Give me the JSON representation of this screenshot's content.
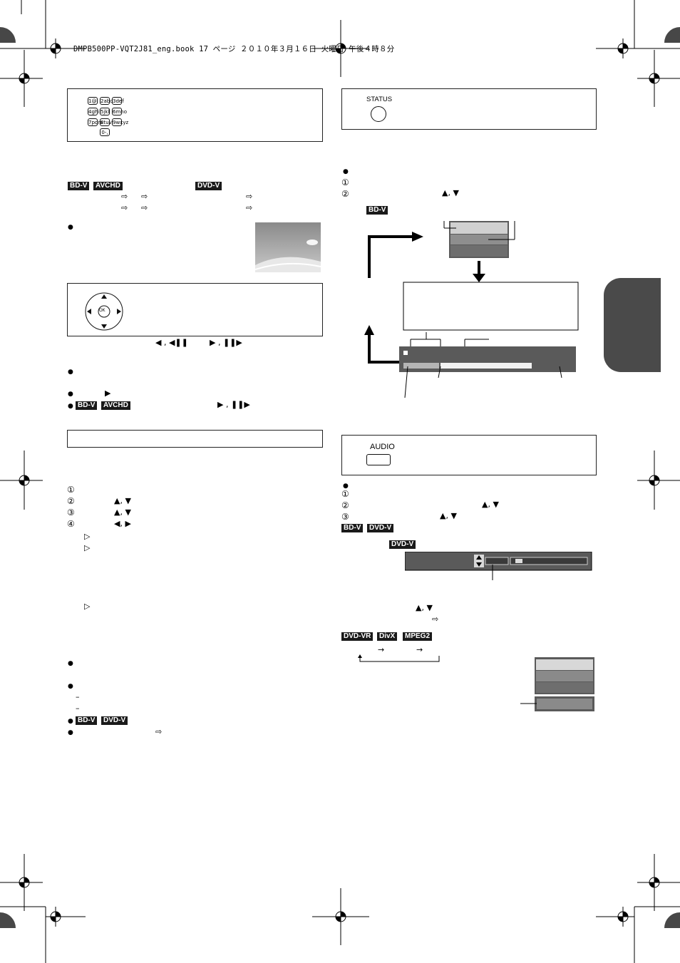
{
  "header": {
    "file_line": "DMPB500PP-VQT2J81_eng.book  17 ページ  ２０１０年３月１６日  火曜日  午後４時８分"
  },
  "remote": {
    "number_keys": [
      "1@.",
      "2abc",
      "3def",
      "4ghi",
      "5jkl",
      "6mno",
      "7pqrs",
      "8tuv",
      "9wxyz",
      "0-,"
    ],
    "ok_label": "OK",
    "status_label": "STATUS",
    "audio_label": "AUDIO"
  },
  "tags": {
    "bdv": "BD-V",
    "avchd": "AVCHD",
    "dvdv": "DVD-V",
    "dvdvr": "DVD-VR",
    "divx": "DivX",
    "mpeg2": "MPEG2"
  },
  "symbols": {
    "arrow_right_outline": "⇨",
    "up_down": "▲, ▼",
    "left_right": "◀, ▶",
    "up_down_plain": "▲  ▼",
    "left_pause": "◀ , ◀❚❚",
    "right_pause": "▶ , ❚❚▶",
    "play": "▶",
    "play_pause": "▶ , ❚❚▶",
    "triangle_outline": "▷",
    "bullet": "●",
    "dash": "–",
    "arrow_seq": "→",
    "nav_up": "▲",
    "nav_down": "▼",
    "nav_left": "◀",
    "nav_right": "▶",
    "stop_square": "■",
    "updown_small": "▲\n▼"
  },
  "circled": [
    "①",
    "②",
    "③",
    "④"
  ]
}
